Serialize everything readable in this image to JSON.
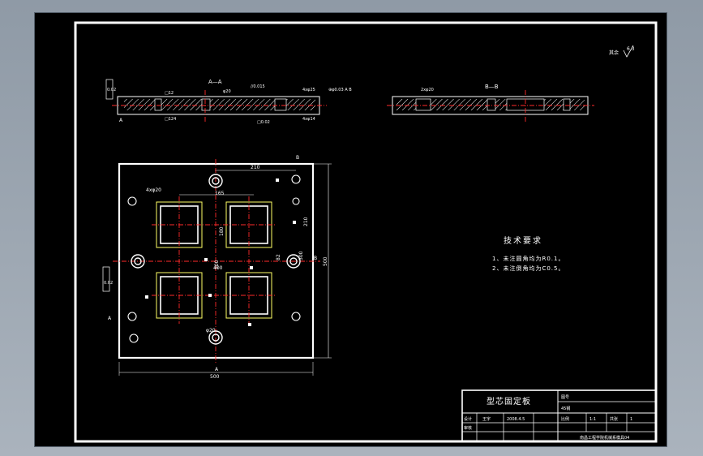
{
  "sheet": {
    "section_a_label": "A—A",
    "section_b_label": "B—B",
    "roughness_mark": "其余",
    "section_a_dims": {
      "top_box_left": "□12",
      "top_diam": "φ20",
      "top_flatness": "//0.015",
      "top_holes_left": "4xφ25",
      "top_position": "⊕φ0.03 A B",
      "bottom_box": "□124",
      "bottom_flat": "□0.02",
      "bottom_holes": "4xφ14",
      "left_tag": "A",
      "left_frame": "0.02"
    },
    "section_b_dims": {
      "top_holes": "2xφ20"
    },
    "plan_view": {
      "dim_top": "210",
      "dim_hole_note": "4xφ20",
      "dim_inner_165": "165",
      "dim_vertical_180": "180",
      "dim_vertical_100": "100",
      "dim_horizontal_400": "400",
      "dim_vertical_300": "300",
      "dim_vertical_82": "82",
      "dim_overall_500_right": "500",
      "dim_overall_500_bottom": "500",
      "dim_bottom_hole": "φ20",
      "dim_right_210": "210",
      "datum_a": "A",
      "datum_b": "B",
      "datum_box": "0.02",
      "sec_a_top": "A",
      "sec_b_top": "B"
    },
    "tech_requirements": {
      "title": "技术要求",
      "items": [
        "1、未注圆角均为R0.1。",
        "2、未注倒角均为C0.5。"
      ]
    },
    "title_block": {
      "part_name": "型芯固定板",
      "drawing_no_label": "图号",
      "material_label": "45钢",
      "designer_label": "设计",
      "designer_name": "王宇",
      "date": "2008.4.5",
      "scale_label": "比例",
      "scale_value": "1:1",
      "sheet_label": "共张",
      "sheet_value": "1",
      "review_label": "审核",
      "school": "南昌工程学院机械系模具04"
    }
  }
}
